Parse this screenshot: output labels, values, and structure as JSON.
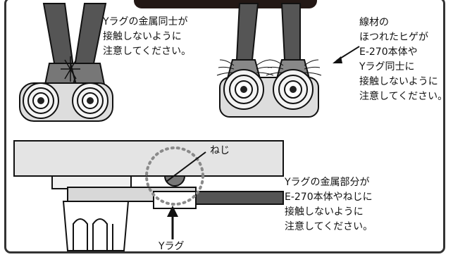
{
  "note1": "Yラグの金属同士が\n接触しないように\n注意してください。",
  "note2": "線材の\nほつれたヒゲが\nE-270本体や\nYラグ同士に\n接触しないように\n注意してください。",
  "screw_label": "ねじ",
  "note3": "Yラグの金属部分が\nE-270本体やねじに\n接触しないように\n注意してください。",
  "ylug_label": "Yラグ"
}
